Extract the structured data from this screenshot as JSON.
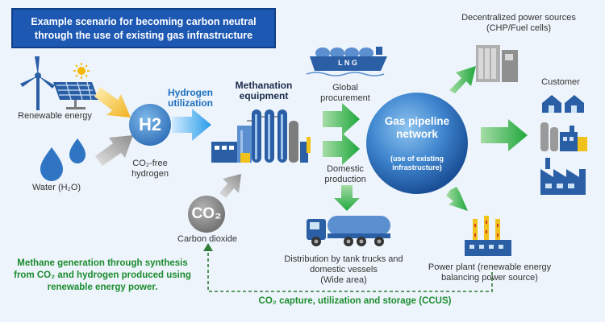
{
  "title": {
    "line1": "Example scenario for becoming carbon neutral",
    "line2": "through the use of existing gas infrastructure"
  },
  "inputs": {
    "renewable": "Renewable energy",
    "water": "Water (H₂O)",
    "co2_bubble": "CO₂",
    "co2": "Carbon dioxide",
    "h2_bubble": "H2",
    "h2_line1": "CO₂-free",
    "h2_line2": "hydrogen"
  },
  "process": {
    "hydrogen_line1": "Hydrogen",
    "hydrogen_line2": "utilization",
    "methanation_line1": "Methanation",
    "methanation_line2": "equipment"
  },
  "supply": {
    "lng_label": "L N G",
    "global_line1": "Global",
    "global_line2": "procurement",
    "domestic_line1": "Domestic",
    "domestic_line2": "production",
    "distribution_line1": "Distribution by tank trucks and",
    "distribution_line2": "domestic vessels",
    "distribution_line3": "(Wide area)"
  },
  "network": {
    "line1": "Gas pipeline",
    "line2": "network",
    "sub1": "(use of existing",
    "sub2": "infrastructure)"
  },
  "outputs": {
    "decentralized_line1": "Decentralized power sources",
    "decentralized_line2": "(CHP/Fuel cells)",
    "customer": "Customer",
    "powerplant_line1": "Power plant (renewable energy",
    "powerplant_line2": "balancing power source)"
  },
  "notes": {
    "methane_line1": "Methane generation through synthesis",
    "methane_line2": "from CO₂ and hydrogen produced using",
    "methane_line3": "renewable energy power.",
    "ccus": "CO₂ capture, utilization and storage (CCUS)"
  },
  "colors": {
    "title_bg": "#1d58b3",
    "accent_blue": "#1d6fc0",
    "green_arrow": "#2db34a",
    "note_green": "#1a8c2e",
    "background": "#eef4fb"
  }
}
